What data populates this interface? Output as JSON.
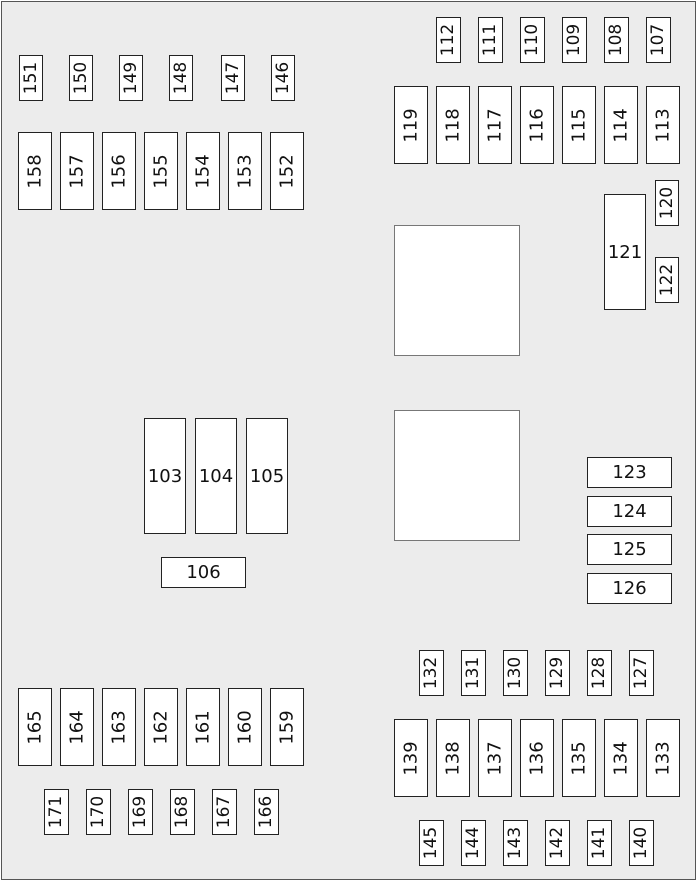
{
  "fuse_box": {
    "top_left_small": [
      "151",
      "150",
      "149",
      "148",
      "147",
      "146"
    ],
    "top_left_tall": [
      "158",
      "157",
      "156",
      "155",
      "154",
      "153",
      "152"
    ],
    "top_right_small": [
      "112",
      "111",
      "110",
      "109",
      "108",
      "107"
    ],
    "top_right_tall": [
      "119",
      "118",
      "117",
      "116",
      "115",
      "114",
      "113"
    ],
    "right_side": [
      "120",
      "121",
      "122"
    ],
    "center_tall": [
      "103",
      "104",
      "105"
    ],
    "center_wide": "106",
    "right_wide": [
      "123",
      "124",
      "125",
      "126"
    ],
    "bottom_right_small": [
      "132",
      "131",
      "130",
      "129",
      "128",
      "127"
    ],
    "bottom_right_tall": [
      "139",
      "138",
      "137",
      "136",
      "135",
      "134",
      "133"
    ],
    "bottom_right_lower": [
      "145",
      "144",
      "143",
      "142",
      "141",
      "140"
    ],
    "bottom_left_tall": [
      "165",
      "164",
      "163",
      "162",
      "161",
      "160",
      "159"
    ],
    "bottom_left_small": [
      "171",
      "170",
      "169",
      "168",
      "167",
      "166"
    ]
  }
}
